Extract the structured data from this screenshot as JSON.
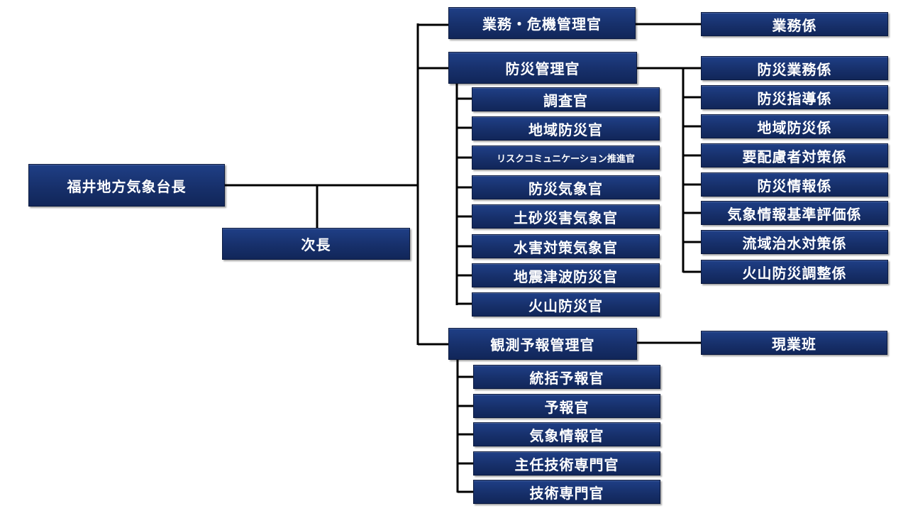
{
  "org": {
    "director": "福井地方気象台長",
    "deputy": "次長",
    "gyomu": {
      "manager": "業務・危機管理官",
      "section": "業務係"
    },
    "bousai": {
      "manager": "防災管理官",
      "officers": [
        "調査官",
        "地域防災官",
        "リスクコミュニケーション推進官",
        "防災気象官",
        "土砂災害気象官",
        "水害対策気象官",
        "地震津波防災官",
        "火山防災官"
      ],
      "sections": [
        "防災業務係",
        "防災指導係",
        "地域防災係",
        "要配慮者対策係",
        "防災情報係",
        "気象情報基準評価係",
        "流域治水対策係",
        "火山防災調整係"
      ]
    },
    "kansoku": {
      "manager": "観測予報管理官",
      "section": "現業班",
      "officers": [
        "統括予報官",
        "予報官",
        "気象情報官",
        "主任技術専門官",
        "技術専門官"
      ]
    }
  },
  "colors": {
    "box": "#17306b",
    "text": "#ffffff",
    "line": "#000000"
  }
}
